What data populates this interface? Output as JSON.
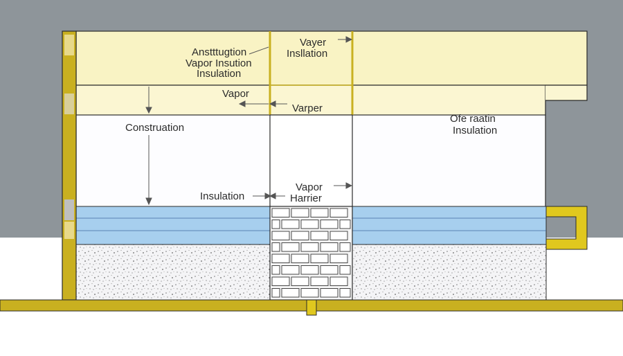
{
  "labels": {
    "top_left_line1": "Anstttugtion",
    "top_left_line2": "Vapor Insution",
    "top_left_line3": "Insulation",
    "top_center_line1": "Vayer",
    "top_center_line2": "Insllation",
    "vapor_left": "Vapor",
    "vapor_center": "Varper",
    "construction": "Construation",
    "right_line1": "Ofe raatin",
    "right_line2": "Insulation",
    "insulation_bottom": "Insulation",
    "vapor_barrier_line1": "Vapor",
    "vapor_barrier_line2": "Harrier"
  },
  "colors": {
    "background_wall": "#8e959a",
    "insulation_band": "#f9f3c4",
    "yellow_trim": "#c9b020",
    "blue_layer": "#a7cfee",
    "concrete": "#f4f4f6",
    "outline": "#2a2a2a"
  }
}
